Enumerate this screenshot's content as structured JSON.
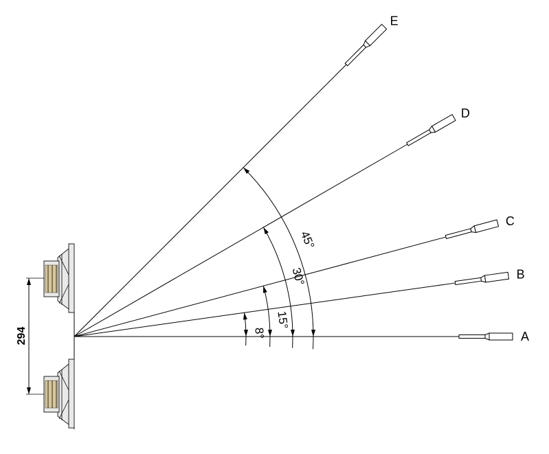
{
  "diagram": {
    "dimension_label": "294",
    "angles": [
      {
        "label": "8°",
        "degrees": 8
      },
      {
        "label": "15°",
        "degrees": 15
      },
      {
        "label": "30°",
        "degrees": 30
      },
      {
        "label": "45°",
        "degrees": 45
      }
    ],
    "microphones": [
      {
        "label": "A",
        "angle": 0
      },
      {
        "label": "B",
        "angle": 8
      },
      {
        "label": "C",
        "angle": 15
      },
      {
        "label": "D",
        "angle": 30
      },
      {
        "label": "E",
        "angle": 45
      }
    ]
  }
}
